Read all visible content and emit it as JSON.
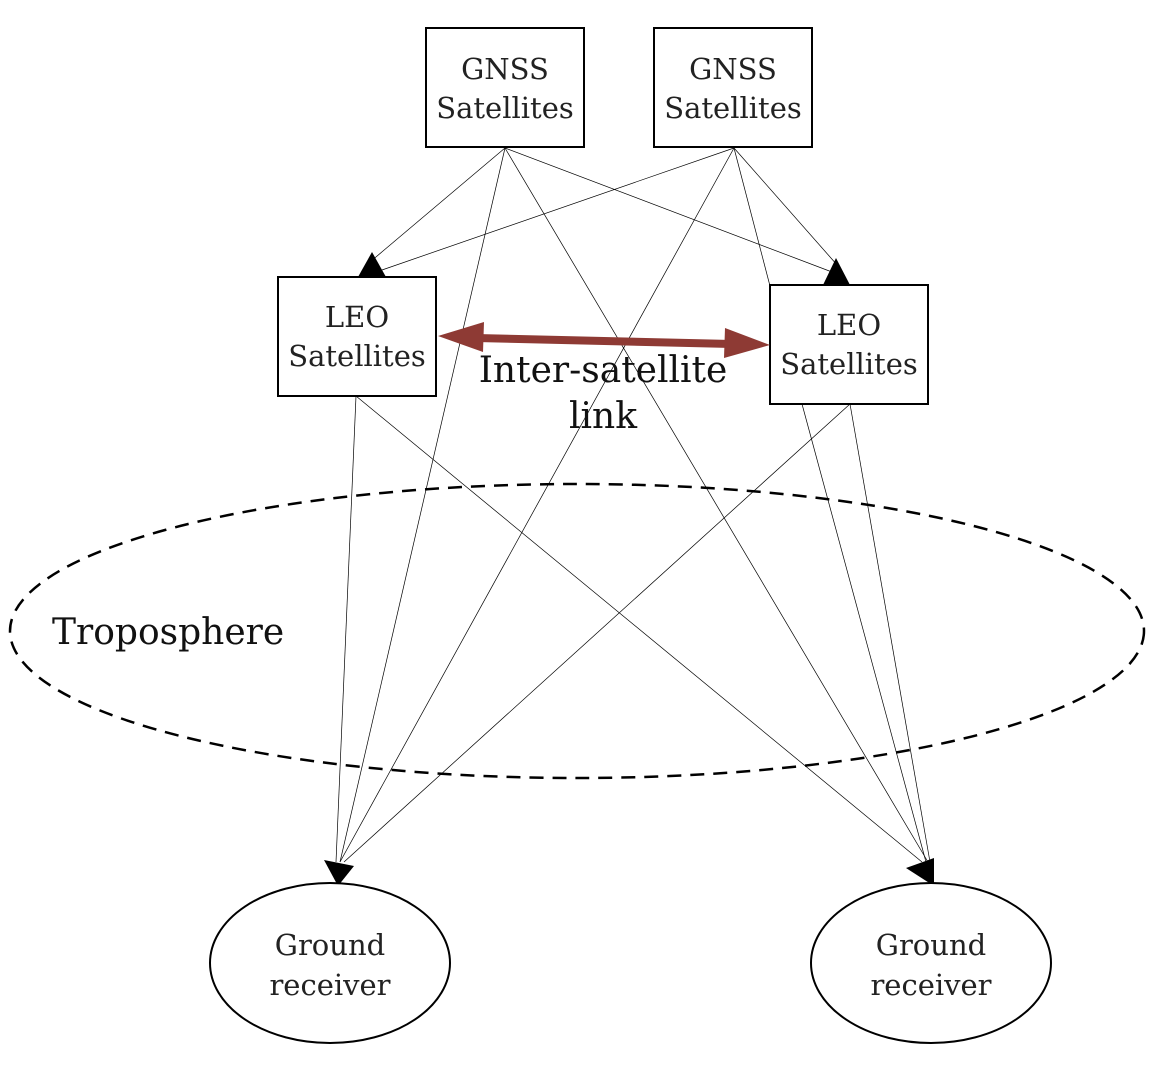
{
  "nodes": {
    "gnss_left": {
      "line1": "GNSS",
      "line2": "Satellites"
    },
    "gnss_right": {
      "line1": "GNSS",
      "line2": "Satellites"
    },
    "leo_left": {
      "line1": "LEO",
      "line2": "Satellites"
    },
    "leo_right": {
      "line1": "LEO",
      "line2": "Satellites"
    },
    "ground_left": {
      "line1": "Ground",
      "line2": "receiver"
    },
    "ground_right": {
      "line1": "Ground",
      "line2": "receiver"
    }
  },
  "inter_satellite_link": {
    "line1": "Inter-satellite",
    "line2": "link",
    "color": "#8e3a34"
  },
  "troposphere": {
    "label": "Troposphere"
  },
  "colors": {
    "line": "#000000",
    "link": "#8e3a34"
  }
}
